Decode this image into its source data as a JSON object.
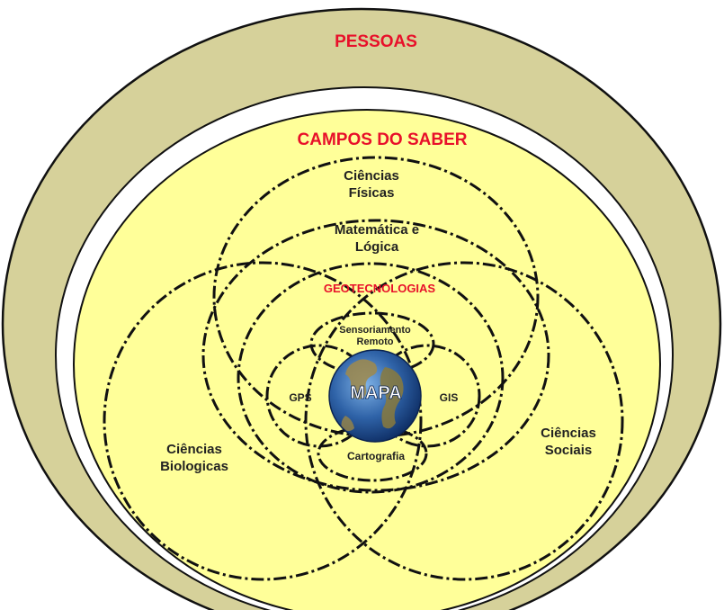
{
  "outer": {
    "title": "PESSOAS"
  },
  "fields": {
    "title": "CAMPOS DO SABER",
    "physical": [
      "Ciências",
      "Físicas"
    ],
    "math": [
      "Matemática e",
      "Lógica"
    ],
    "biological": [
      "Ciências",
      "Biologicas"
    ],
    "social": [
      "Ciências",
      "Sociais"
    ]
  },
  "geo": {
    "title": "GEOTECNOLOGIAS",
    "remote_sensing": [
      "Sensoriamento",
      "Remoto"
    ],
    "gps": "GPS",
    "gis": "GIS",
    "cartography": "Cartografia",
    "center": "MAPA"
  },
  "colors": {
    "outer_ring": "#d6d19a",
    "fields_fill": "#ffff99",
    "science_fill": "#e2e2e2",
    "geo_fill": "#ffffcc",
    "accent_red": "#e8102a",
    "map_text": "#ffffff",
    "globe_ocean": "#2f63a8"
  }
}
